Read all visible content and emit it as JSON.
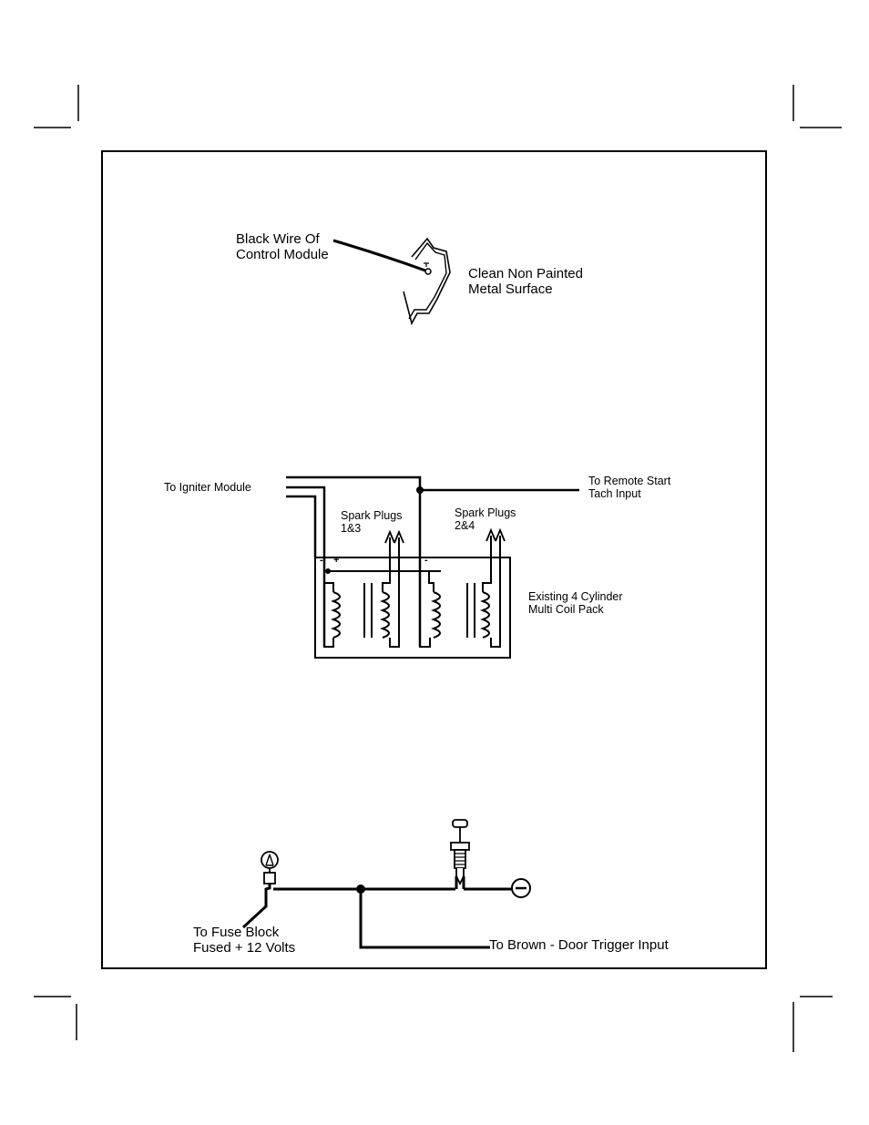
{
  "ground": {
    "wire_label_line1": "Black Wire Of",
    "wire_label_line2": "Control Module",
    "surface_label_line1": "Clean Non Painted",
    "surface_label_line2": "Metal Surface"
  },
  "coil": {
    "igniter_label": "To Igniter Module",
    "tach_label_line1": "To Remote Start",
    "tach_label_line2": "Tach Input",
    "plugs_13_line1": "Spark Plugs",
    "plugs_13_line2": "1&3",
    "plugs_24_line1": "Spark Plugs",
    "plugs_24_line2": "2&4",
    "pack_label_line1": "Existing 4 Cylinder",
    "pack_label_line2": "Multi Coil Pack",
    "polarity_minus": "-",
    "polarity_plus": "+",
    "polarity_minus_2": "-"
  },
  "door": {
    "fuse_label_line1": "To Fuse Block",
    "fuse_label_line2": "Fused + 12 Volts",
    "trigger_label": "To Brown - Door Trigger Input"
  }
}
